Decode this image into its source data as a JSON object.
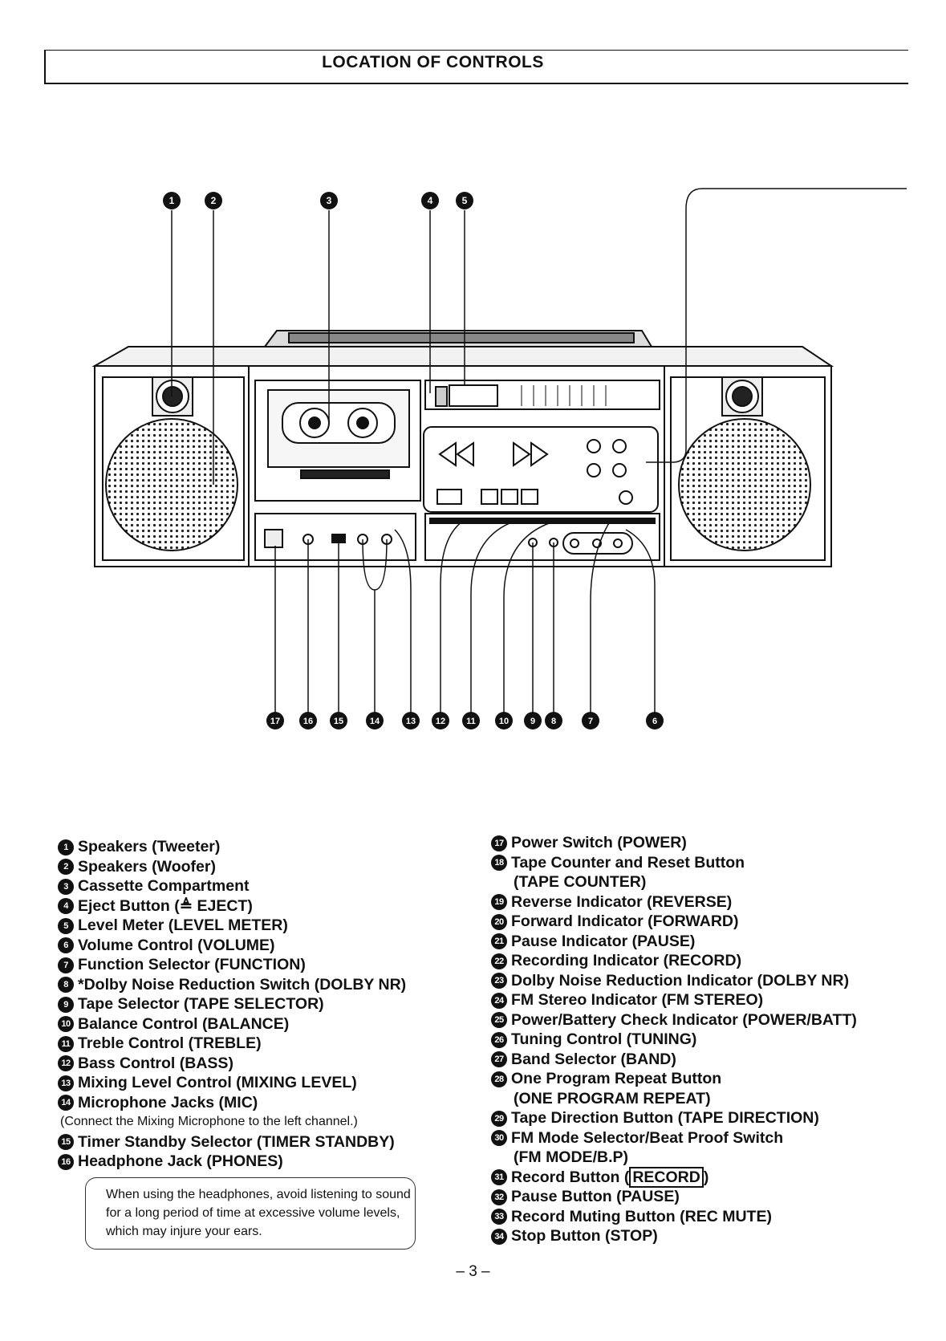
{
  "header": {
    "title": "LOCATION OF CONTROLS"
  },
  "diagram": {
    "top_labels": [
      "1",
      "2",
      "3",
      "4",
      "5"
    ],
    "bottom_labels": [
      "17",
      "16",
      "15",
      "14",
      "13",
      "12",
      "11",
      "10",
      "9",
      "8",
      "7",
      "6"
    ]
  },
  "controls_left": [
    {
      "num": "1",
      "label": "Speakers (Tweeter)"
    },
    {
      "num": "2",
      "label": "Speakers (Woofer)"
    },
    {
      "num": "3",
      "label": "Cassette Compartment"
    },
    {
      "num": "4",
      "label": "Eject Button (≜ EJECT)"
    },
    {
      "num": "5",
      "label": "Level Meter (LEVEL METER)"
    },
    {
      "num": "6",
      "label": "Volume Control (VOLUME)"
    },
    {
      "num": "7",
      "label": "Function Selector (FUNCTION)"
    },
    {
      "num": "8",
      "label": "*Dolby Noise Reduction Switch (DOLBY NR)"
    },
    {
      "num": "9",
      "label": "Tape Selector (TAPE SELECTOR)"
    },
    {
      "num": "10",
      "label": "Balance Control (BALANCE)"
    },
    {
      "num": "11",
      "label": "Treble Control (TREBLE)"
    },
    {
      "num": "12",
      "label": "Bass Control (BASS)"
    },
    {
      "num": "13",
      "label": "Mixing Level Control (MIXING LEVEL)"
    },
    {
      "num": "14",
      "label": "Microphone Jacks (MIC)"
    },
    {
      "num": "15",
      "label": "Timer Standby Selector (TIMER STANDBY)"
    },
    {
      "num": "16",
      "label": "Headphone Jack (PHONES)"
    }
  ],
  "mic_note": "(Connect the Mixing Microphone to the left channel.)",
  "warning": "When using the headphones, avoid listening to sound for a long period of time at excessive volume levels, which may injure your ears.",
  "controls_right": [
    {
      "num": "17",
      "label": "Power Switch (POWER)"
    },
    {
      "num": "18",
      "label": "Tape Counter and Reset Button",
      "cont": "(TAPE COUNTER)"
    },
    {
      "num": "19",
      "label": "Reverse Indicator (REVERSE)"
    },
    {
      "num": "20",
      "label": "Forward Indicator (FORWARD)"
    },
    {
      "num": "21",
      "label": "Pause Indicator (PAUSE)"
    },
    {
      "num": "22",
      "label": "Recording Indicator (RECORD)"
    },
    {
      "num": "23",
      "label": "Dolby Noise Reduction Indicator (DOLBY NR)"
    },
    {
      "num": "24",
      "label": "FM Stereo Indicator (FM STEREO)"
    },
    {
      "num": "25",
      "label": "Power/Battery Check Indicator (POWER/BATT)"
    },
    {
      "num": "26",
      "label": "Tuning Control (TUNING)"
    },
    {
      "num": "27",
      "label": "Band Selector (BAND)"
    },
    {
      "num": "28",
      "label": "One Program Repeat Button",
      "cont": "(ONE PROGRAM REPEAT)"
    },
    {
      "num": "29",
      "label": "Tape Direction Button (TAPE DIRECTION)"
    },
    {
      "num": "30",
      "label": "FM Mode Selector/Beat Proof Switch",
      "cont": "(FM MODE/B.P)"
    },
    {
      "num": "31",
      "label_pre": "Record Button (",
      "label_box": "RECORD",
      "label_post": ")"
    },
    {
      "num": "32",
      "label": "Pause Button (PAUSE)"
    },
    {
      "num": "33",
      "label": "Record Muting Button (REC MUTE)"
    },
    {
      "num": "34",
      "label": "Stop Button (STOP)"
    }
  ],
  "page_number": "– 3 –"
}
